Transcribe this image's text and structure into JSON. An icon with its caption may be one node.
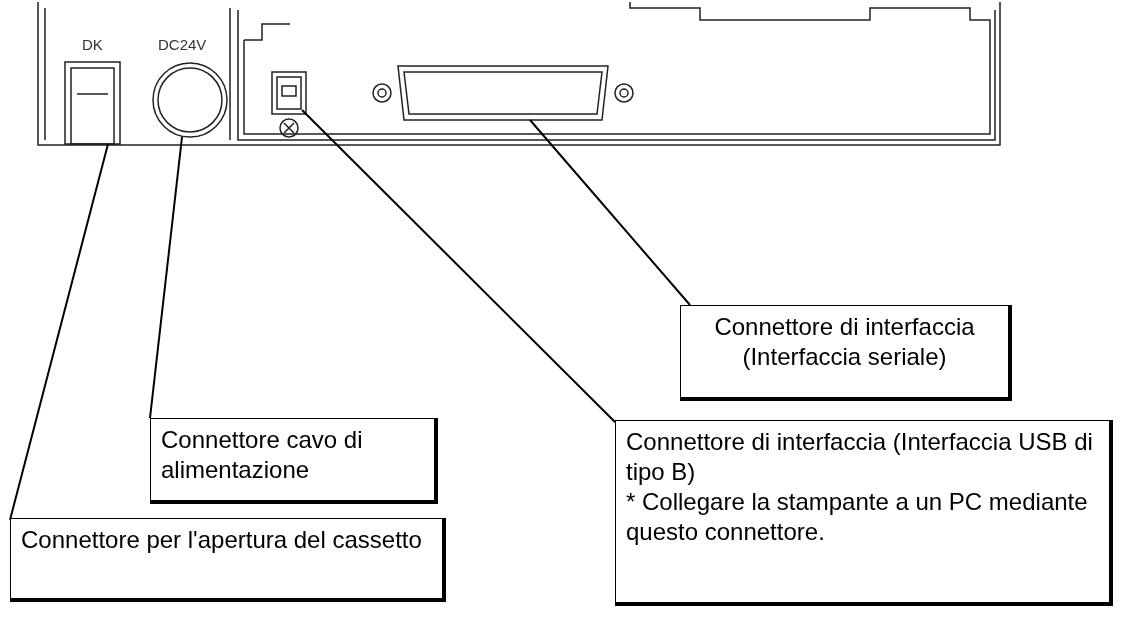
{
  "diagram": {
    "nodes": [
      {
        "text": [],
        "shape": "box"
      },
      {
        "text": [],
        "shape": "circle"
      },
      {
        "text": [],
        "shape": "box"
      },
      {
        "text": [],
        "shape": "box"
      },
      {
        "text": [
          "Connettore di interfaccia (Interfaccia seriale)"
        ]
      },
      {
        "text": [
          "Connettore cavo di alimentazione"
        ]
      },
      {
        "text": [
          "Connettore di interfaccia (Interfaccia USB di tipo B)",
          "* Collegare la stampante a un PC mediante questo connettore."
        ]
      },
      {
        "text": [
          "Connettore per l'apertura del cassetto"
        ]
      }
    ],
    "edges": [
      {
        "from": 4,
        "to": 3,
        "arrow": "none"
      },
      {
        "from": 5,
        "to": 1,
        "arrow": "none"
      },
      {
        "from": 6,
        "to": 2,
        "arrow": "none"
      },
      {
        "from": 7,
        "to": 0,
        "arrow": "none"
      }
    ],
    "labels": [
      "DK",
      "DC24V"
    ]
  }
}
